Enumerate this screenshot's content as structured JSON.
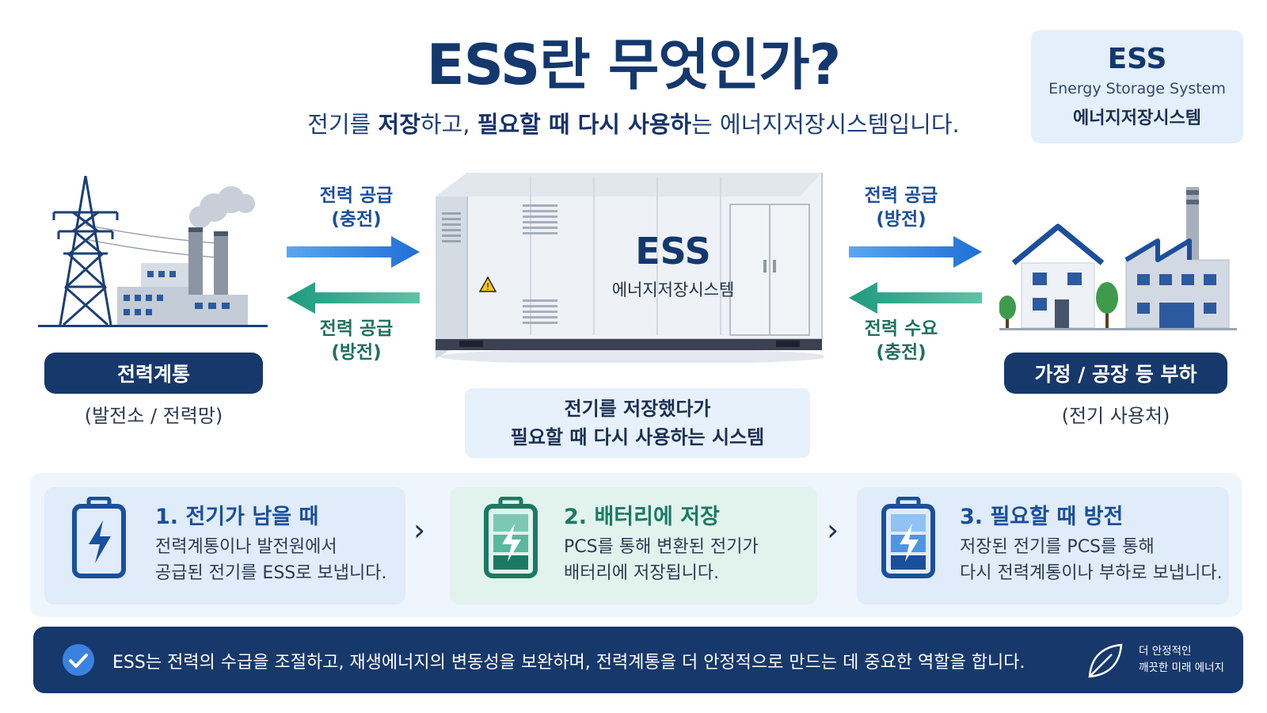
{
  "header": {
    "title": "ESS란 무엇인가?",
    "subtitle_parts": [
      {
        "text": "전기를 ",
        "bold": false
      },
      {
        "text": "저장",
        "bold": true
      },
      {
        "text": "하고, ",
        "bold": false
      },
      {
        "text": "필요할 때 다시 사용하",
        "bold": true
      },
      {
        "text": "는 에너지저장시스템입니다.",
        "bold": false
      }
    ]
  },
  "definition": {
    "abbr": "ESS",
    "english": "Energy Storage System",
    "korean": "에너지저장시스템"
  },
  "left_side": {
    "label": "전력계통",
    "caption": "(발전소 / 전력망)"
  },
  "right_side": {
    "label": "가정 / 공장 등 부하",
    "caption": "(전기 사용처)"
  },
  "arrows": {
    "left_top": {
      "line1": "전력 공급",
      "line2": "(충전)"
    },
    "left_bottom": {
      "line1": "전력 공급",
      "line2": "(방전)"
    },
    "right_top": {
      "line1": "전력 공급",
      "line2": "(방전)"
    },
    "right_bottom": {
      "line1": "전력 수요",
      "line2": "(충전)"
    }
  },
  "container": {
    "title": "ESS",
    "subtitle": "에너지저장시스템"
  },
  "center_note": {
    "line1": "전기를 저장했다가",
    "line2": "필요할 때 다시 사용하는 시스템"
  },
  "steps": [
    {
      "title": "1. 전기가 남을 때",
      "line1": "전력계통이나 발전원에서",
      "line2": "공급된 전기를 ESS로 보냅니다."
    },
    {
      "title": "2. 배터리에 저장",
      "line1": "PCS를 통해 변환된 전기가",
      "line2": "배터리에 저장됩니다."
    },
    {
      "title": "3. 필요할 때 방전",
      "line1": "저장된 전기를 PCS를 통해",
      "line2": "다시 전력계통이나 부하로 보냅니다."
    }
  ],
  "footer": {
    "text": "ESS는 전력의 수급을 조절하고, 재생에너지의 변동성을 보완하며, 전력계통을 더 안정적으로 만드는 데 중요한 역할을 합니다.",
    "tag_line1": "더 안정적인",
    "tag_line2": "깨끗한 미래 에너지"
  },
  "colors": {
    "navy": "#17386b",
    "blue_arrow": "#2b7fe0",
    "green_arrow": "#2aa487",
    "step_blue": "#1a4f9c",
    "step_green": "#1b7a62"
  }
}
